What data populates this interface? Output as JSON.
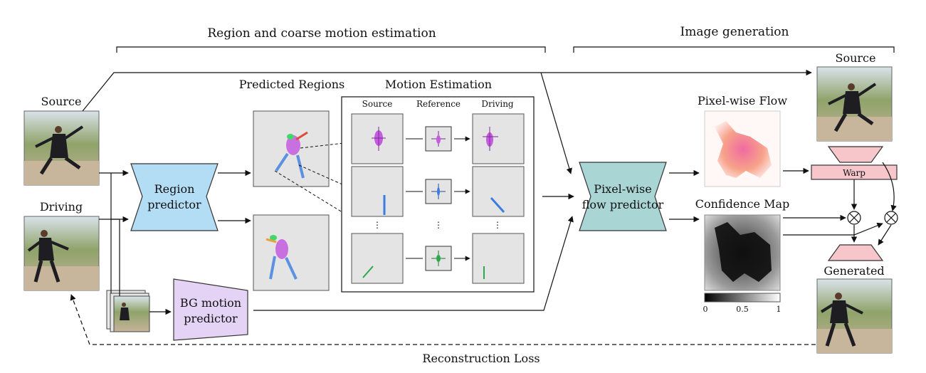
{
  "sections": {
    "left_title": "Region and coarse motion estimation",
    "right_title": "Image generation"
  },
  "inputs": {
    "source": "Source",
    "driving": "Driving"
  },
  "blocks": {
    "region_predictor": [
      "Region",
      "predictor"
    ],
    "bg_motion_predictor": [
      "BG motion",
      "predictor"
    ],
    "pixel_flow_predictor": [
      "Pixel-wise",
      "flow predictor"
    ],
    "warp": "Warp"
  },
  "panels": {
    "predicted_regions": "Predicted Regions",
    "motion_estimation": "Motion Estimation",
    "motion_cols": [
      "Source",
      "Reference",
      "Driving"
    ],
    "ellipsis": "⋮",
    "pixel_flow": "Pixel-wise Flow",
    "confidence_map": "Confidence Map",
    "colorbar_ticks": [
      "0",
      "0.5",
      "1"
    ]
  },
  "outputs": {
    "source": "Source",
    "generated": "Generated"
  },
  "loss": "Reconstruction Loss",
  "colors": {
    "region_predictor": "#b3dcf5",
    "bg_motion_predictor": "#e4d3f5",
    "pixel_flow_predictor": "#a9d6d4",
    "warp": "#f6c6cb",
    "decoder": "#f6c6cb"
  }
}
